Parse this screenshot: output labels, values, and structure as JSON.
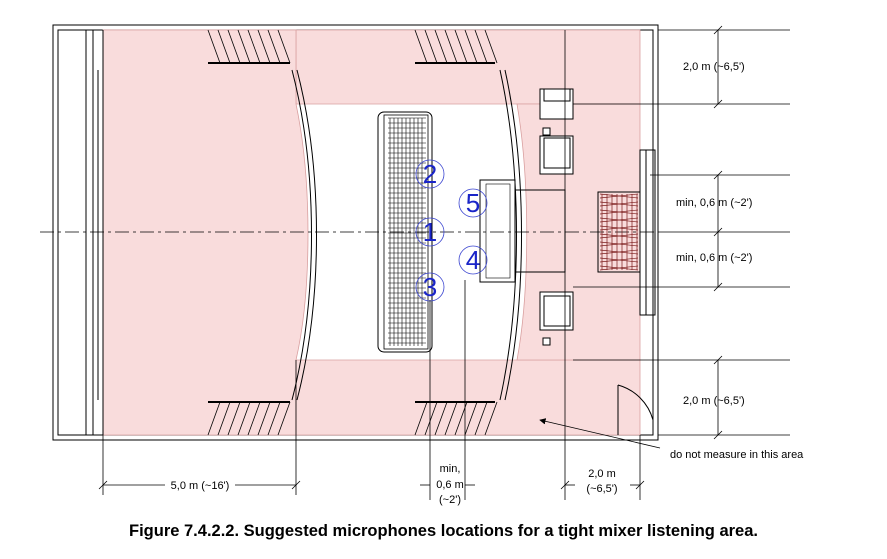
{
  "colors": {
    "zone_fill": "#f9dcdc",
    "zone_stroke": "#d9a0a0",
    "mic_color": "#1a25c8",
    "line": "#000000"
  },
  "dimensions": {
    "top_zone": "2,0 m (~6,5')",
    "center_upper": "min, 0,6 m (~2')",
    "center_lower": "min, 0,6 m (~2')",
    "bottom_zone": "2,0 m (~6,5')",
    "rear_depth": "5,0 m (~16')",
    "mixer_gap": [
      "min,",
      "0,6 m",
      "(~2')"
    ],
    "front_depth": [
      "2,0 m",
      "(~6,5')"
    ]
  },
  "annotation": "do not measure in this area",
  "microphones": [
    {
      "id": "1",
      "label": "1"
    },
    {
      "id": "2",
      "label": "2"
    },
    {
      "id": "3",
      "label": "3"
    },
    {
      "id": "4",
      "label": "4"
    },
    {
      "id": "5",
      "label": "5"
    }
  ],
  "caption": "Figure 7.4.2.2. Suggested microphones locations for a tight mixer listening area."
}
